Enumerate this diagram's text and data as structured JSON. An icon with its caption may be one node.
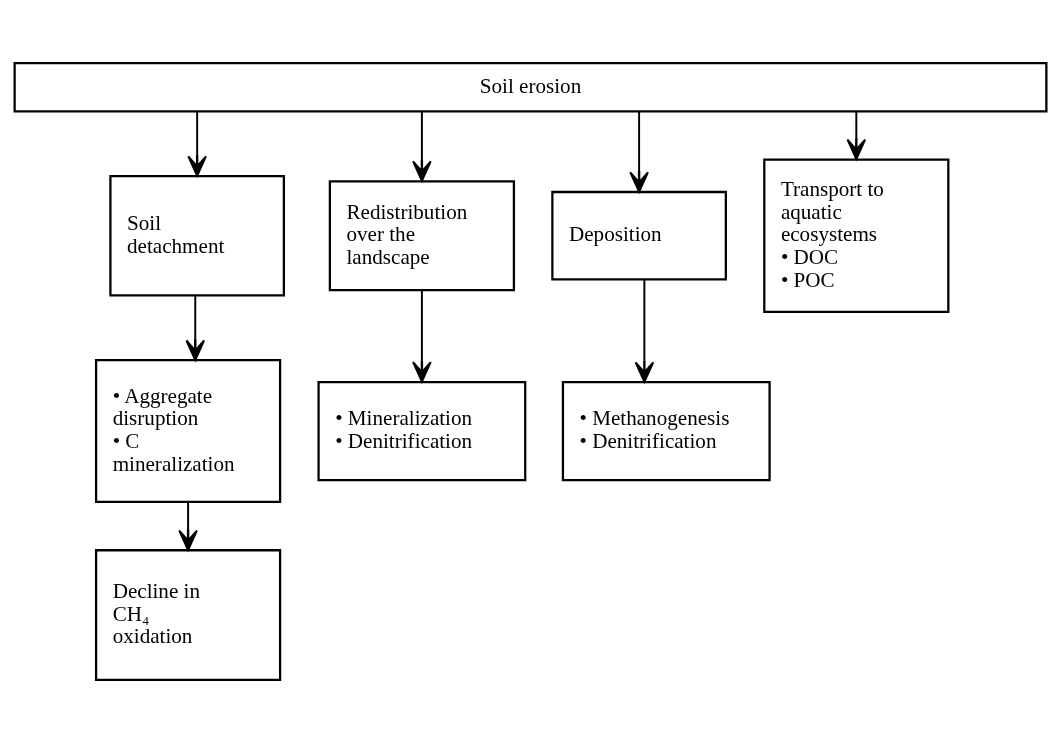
{
  "diagram": {
    "nodes": [
      {
        "text": [
          "Soil erosion"
        ]
      },
      {
        "text": [
          "Soil detachment"
        ]
      },
      {
        "text": [
          "Redistribution over the landscape"
        ]
      },
      {
        "text": [
          "Deposition"
        ]
      },
      {
        "text": [
          "Transport to aquatic ecosystems",
          "• DOC",
          "• POC"
        ]
      },
      {
        "text": [
          "• Aggregate disruption",
          "• C mineralization"
        ]
      },
      {
        "text": [
          "• Mineralization",
          "• Denitrification"
        ]
      },
      {
        "text": [
          "• Methanogenesis",
          "• Denitrification"
        ]
      },
      {
        "text": [
          "Decline in CH₄ oxidation"
        ]
      }
    ],
    "edges": [
      {
        "from": 0,
        "to": 1,
        "arrow": "to"
      },
      {
        "from": 0,
        "to": 2,
        "arrow": "to"
      },
      {
        "from": 0,
        "to": 3,
        "arrow": "to"
      },
      {
        "from": 0,
        "to": 4,
        "arrow": "to"
      },
      {
        "from": 1,
        "to": 5,
        "arrow": "to"
      },
      {
        "from": 2,
        "to": 6,
        "arrow": "to"
      },
      {
        "from": 3,
        "to": 7,
        "arrow": "to"
      },
      {
        "from": 5,
        "to": 8,
        "arrow": "to"
      }
    ]
  }
}
